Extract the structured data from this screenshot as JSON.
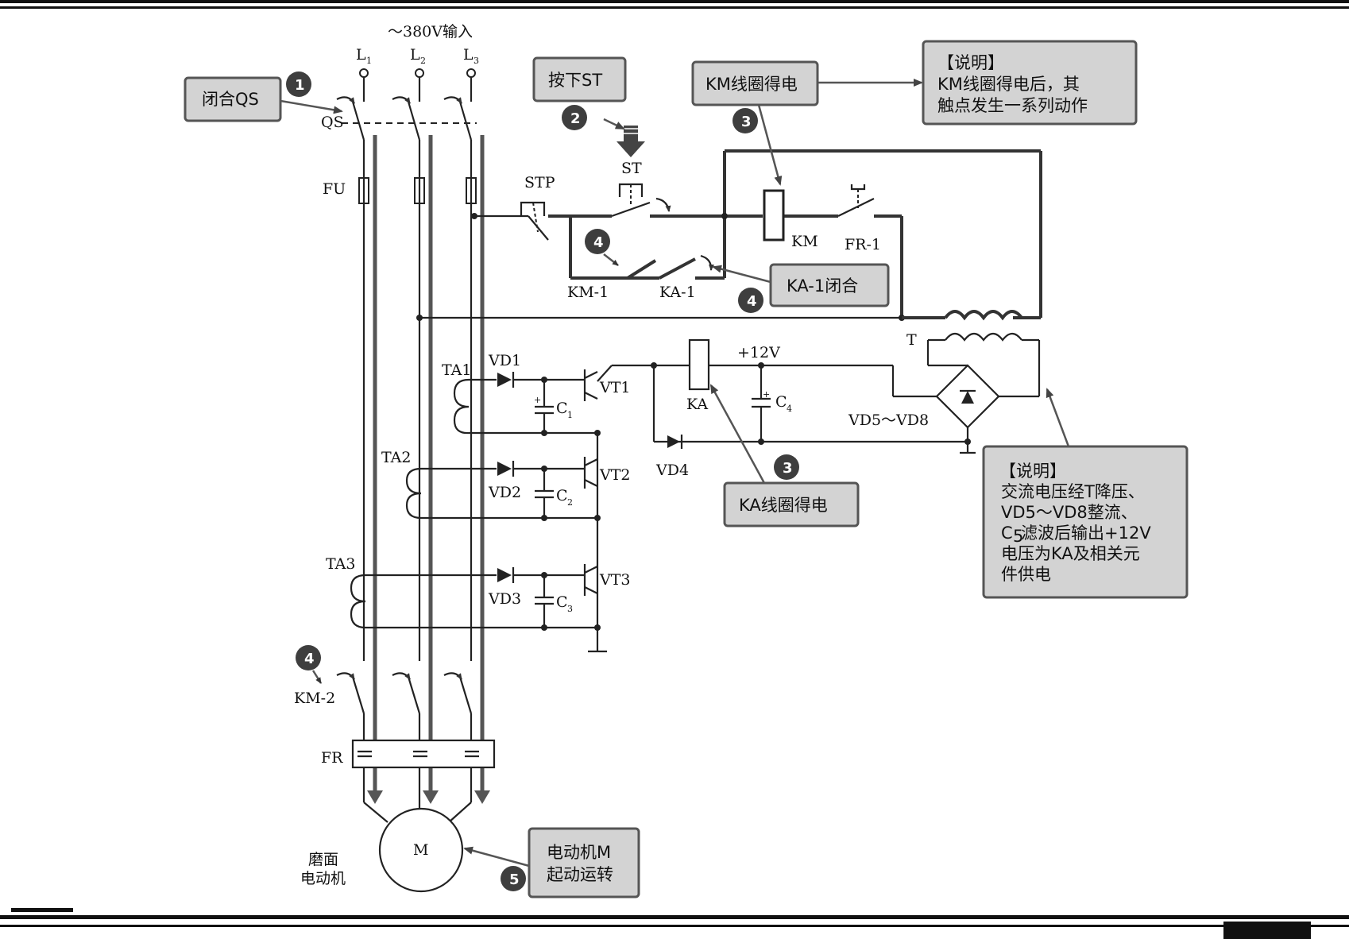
{
  "supply": {
    "title": "～380V输入",
    "l1": "L",
    "l2": "L",
    "l3": "L",
    "l1_sub": "1",
    "l2_sub": "2",
    "l3_sub": "3"
  },
  "labels": {
    "qs": "QS",
    "fu": "FU",
    "stp": "STP",
    "st": "ST",
    "km": "KM",
    "fr1": "FR-1",
    "km1": "KM-1",
    "ka1": "KA-1",
    "t": "T",
    "plus12v": "+12V",
    "vd1": "VD1",
    "vd2": "VD2",
    "vd3": "VD3",
    "vd4": "VD4",
    "vd5_8": "VD5～VD8",
    "ta1": "TA1",
    "ta2": "TA2",
    "ta3": "TA3",
    "vt1": "VT1",
    "vt2": "VT2",
    "vt3": "VT3",
    "c": "C",
    "c1_sub": "1",
    "c2_sub": "2",
    "c3_sub": "3",
    "c4_sub": "4",
    "plus": "+",
    "ka": "KA",
    "km2": "KM-2",
    "fr": "FR",
    "motor": "M",
    "motor_name_1": "磨面",
    "motor_name_2": "电动机"
  },
  "callouts": {
    "close_qs": "闭合QS",
    "press_st": "按下ST",
    "km_coil": "KM线圈得电",
    "note1_l1": "【说明】",
    "note1_l2": "KM线圈得电后，其",
    "note1_l3": "触点发生一系列动作",
    "ka1_close": "KA-1闭合",
    "ka_coil": "KA线圈得电",
    "note2_l1": "【说明】",
    "note2_l2": "交流电压经T降压、",
    "note2_l3": "VD5～VD8整流、",
    "note2_l4a": "C",
    "note2_l4sub": "5",
    "note2_l4b": "滤波后输出+12V",
    "note2_l5": "电压为KA及相关元",
    "note2_l6": "件供电",
    "motor_run_1": "电动机M",
    "motor_run_2": "起动运转"
  },
  "steps": {
    "s1": "1",
    "s2": "2",
    "s3a": "3",
    "s3b": "3",
    "s4a": "4",
    "s4b": "4",
    "s4c": "4",
    "s5": "5"
  }
}
